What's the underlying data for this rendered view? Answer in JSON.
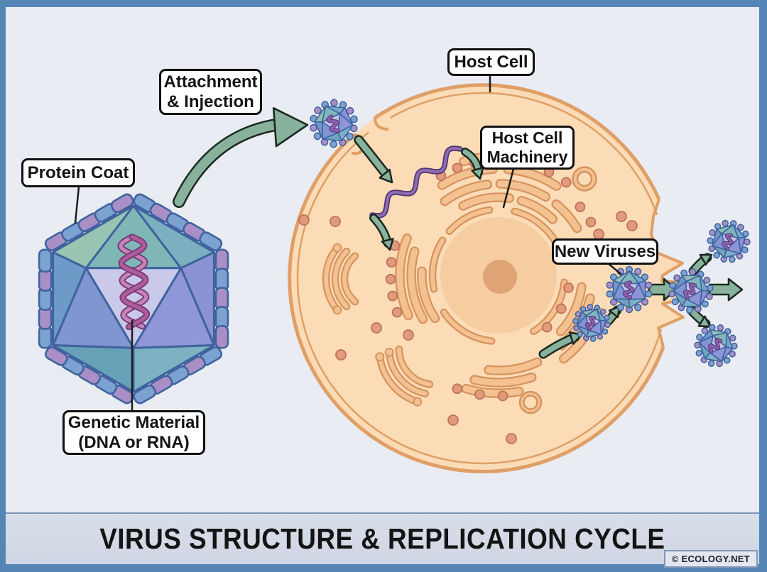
{
  "labels": {
    "attachment": {
      "line1": "Attachment",
      "line2": "& Injection"
    },
    "protein_coat": {
      "line1": "Protein Coat"
    },
    "genetic_material": {
      "line1": "Genetic Material",
      "line2": "(DNA or RNA)"
    },
    "host_cell": {
      "line1": "Host Cell"
    },
    "host_cell_machinery": {
      "line1": "Host Cell",
      "line2": "Machinery"
    },
    "new_viruses": {
      "line1": "New Viruses"
    }
  },
  "banner": {
    "title": "VIRUS STRUCTURE & REPLICATION CYCLE"
  },
  "watermark": {
    "text": "© ECOLOGY.NET"
  },
  "colors": {
    "frame": "#5585b5",
    "paper": "#e9ecf2",
    "banner_bg": "#cfd6e3",
    "banner_edge": "#7e95b7",
    "watermark_bg": "#e2e7f0",
    "watermark_edge": "#8496b5",
    "cell_fill": "#fbdcb7",
    "membrane": "#df9f66",
    "organelle_fill": "#f4c291",
    "organelle_edge": "#d6935f",
    "nucleus": "#f6cda1",
    "nucleolus": "#dfa475",
    "ribosome": "#e29a7c",
    "ribosome_edge": "#bf7457",
    "arrow_green": "#88b29c",
    "arrow_dark": "#1b2a21",
    "cap_blue": "#7ba2d0",
    "cap_purple": "#a98fc6",
    "cap_edge": "#40639f",
    "capsid_faces": [
      "#98c5b2",
      "#7fb7b7",
      "#7cafbf",
      "#6e9ac8",
      "#8b93d3",
      "#cbc9e9",
      "#8096d0",
      "#9097d8",
      "#68a2b8",
      "#7cb2c2"
    ],
    "capsid_faces_mini": [
      "#8fbfb4",
      "#7fb7bd",
      "#78a8c8",
      "#6f97cb",
      "#8b93d6",
      "#c3c1e6",
      "#8095d2",
      "#8d94d8",
      "#6fa3c0",
      "#7cb0c8"
    ],
    "dna_pink": "#c584ba",
    "dna_pink2": "#ad5c9d",
    "dna_edge": "#7b3c76",
    "genome_purple": "#8f6cb2",
    "genome_edge": "#523673",
    "pointer_line": "#1d1d1d"
  }
}
